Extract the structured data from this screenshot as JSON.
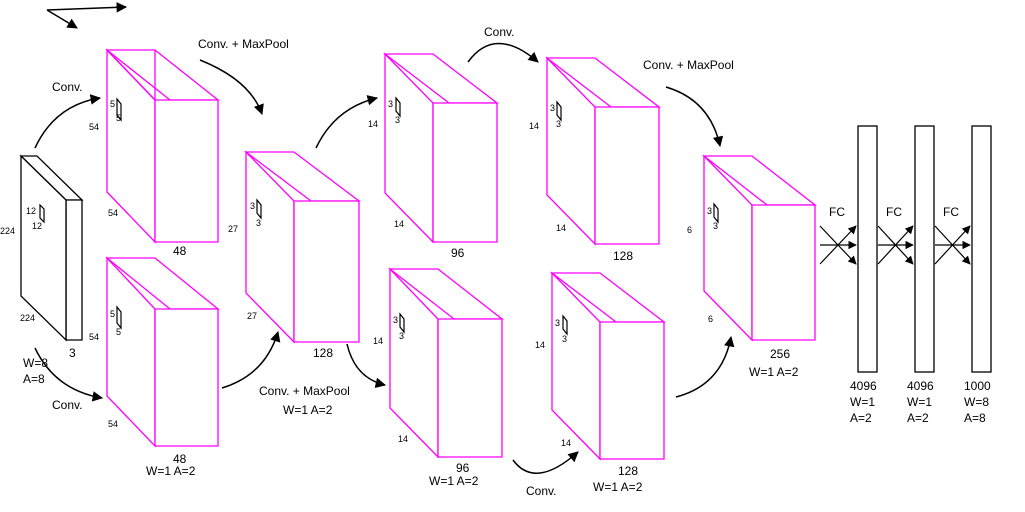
{
  "legend": {},
  "input": {
    "height": "224",
    "width": "224",
    "depth": "3",
    "kernel_h": "12",
    "kernel_w": "12",
    "w": "W=8",
    "a": "A=8"
  },
  "layer1_top": {
    "size_side": "54",
    "size_front": "54",
    "depth": "48",
    "kernel_h": "5",
    "kernel_w": "5",
    "w_a": ""
  },
  "layer1_bottom": {
    "size_side": "54",
    "size_front": "54",
    "depth": "48",
    "kernel_h": "5",
    "kernel_w": "5",
    "w_a": "W=1 A=2"
  },
  "layer2": {
    "size_side": "27",
    "size_front": "27",
    "depth": "128",
    "kernel_h": "3",
    "kernel_w": "3"
  },
  "layer3_top": {
    "size_side": "14",
    "size_front": "14",
    "depth": "96",
    "kernel_h": "3",
    "kernel_w": "3",
    "w_a": ""
  },
  "layer3_bottom": {
    "size_side": "14",
    "size_front": "14",
    "depth": "96",
    "kernel_h": "3",
    "kernel_w": "3",
    "w_a": "W=1 A=2"
  },
  "layer4_top": {
    "size_side": "14",
    "size_front": "14",
    "depth": "128",
    "kernel_h": "3",
    "kernel_w": "3",
    "w_a": ""
  },
  "layer4_bottom": {
    "size_side": "14",
    "size_front": "14",
    "depth": "128",
    "kernel_h": "3",
    "kernel_w": "3",
    "w_a": "W=1 A=2"
  },
  "layer5": {
    "size_side": "6",
    "size_front": "6",
    "depth": "256",
    "kernel_h": "3",
    "kernel_w": "3",
    "w_a": "W=1 A=2"
  },
  "ops": {
    "conv_top": "Conv.",
    "conv_bottom": "Conv.",
    "convpool_top": "Conv. + MaxPool",
    "convpool_bottom": "Conv. + MaxPool",
    "convpool_bottom_wa": "W=1 A=2",
    "conv_top_mid": "Conv.",
    "conv_bottom_mid": "Conv.",
    "convpool_right": "Conv. + MaxPool",
    "fc1": "FC",
    "fc2": "FC",
    "fc3": "FC"
  },
  "fc_layers": [
    {
      "units": "4096",
      "w": "W=1",
      "a": "A=2"
    },
    {
      "units": "4096",
      "w": "W=1",
      "a": "A=2"
    },
    {
      "units": "1000",
      "w": "W=8",
      "a": "A=8"
    }
  ],
  "colors": {
    "block": "#ff00ff",
    "input": "#000000",
    "arrow": "#000000"
  }
}
